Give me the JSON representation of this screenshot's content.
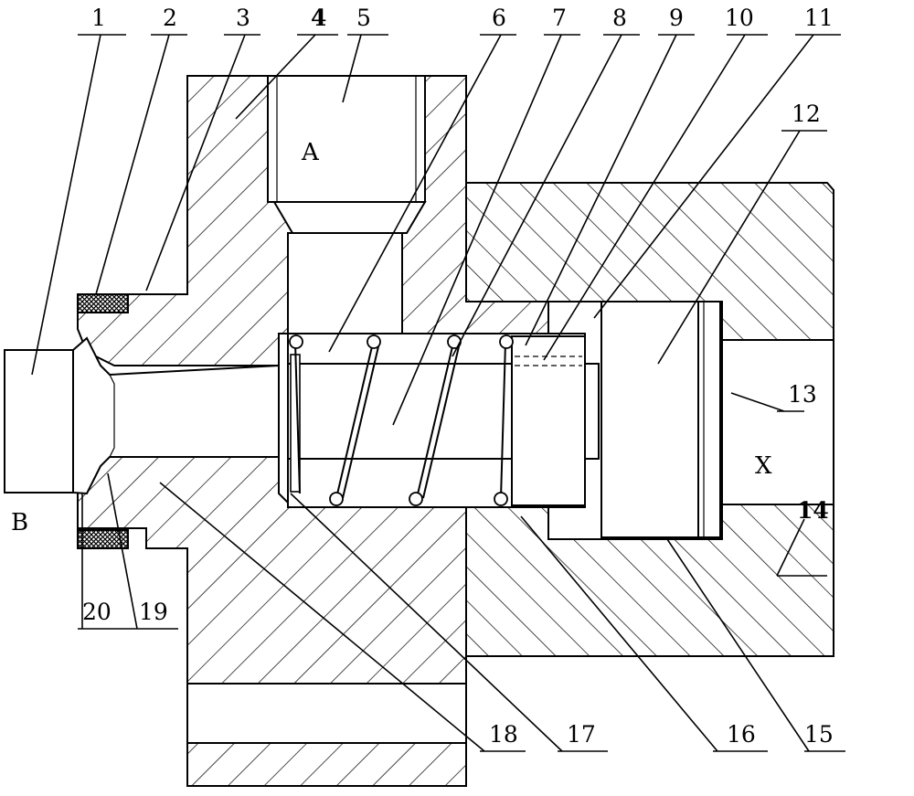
{
  "diagram": {
    "part_numbers": [
      "1",
      "2",
      "3",
      "4",
      "5",
      "6",
      "7",
      "8",
      "9",
      "10",
      "11",
      "12",
      "13",
      "14",
      "15",
      "16",
      "17",
      "18",
      "19",
      "20"
    ],
    "ports": {
      "a": "A",
      "b": "B",
      "x": "X"
    }
  }
}
